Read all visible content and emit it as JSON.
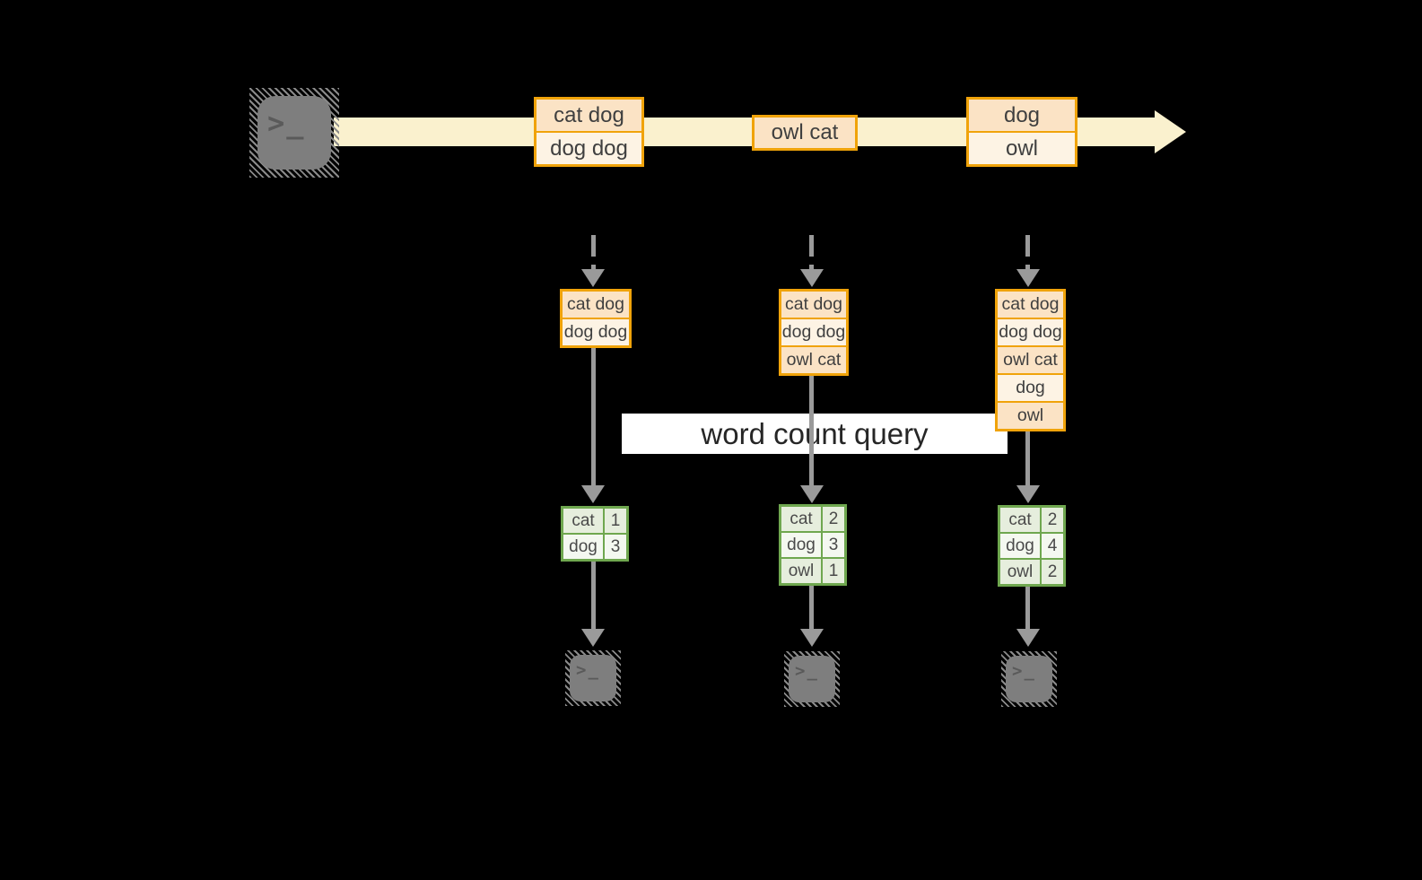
{
  "colors": {
    "bg": "#000000",
    "orange": "#F0A30A",
    "peach-dark": "#FBE3C5",
    "peach-light": "#FDF3E4",
    "band": "#FAF1CE",
    "green": "#6FA74F",
    "green-dark": "#E6EEDD",
    "green-light": "#F4F8F0",
    "gray": "#9A9A9A",
    "terminal": "#7E7E7E",
    "terminal-glyph": "#5A5A5A",
    "text": "#3F3F3F",
    "label-bg": "#FFFFFF",
    "label-text": "#262626"
  },
  "stream": {
    "batches": [
      [
        "cat dog",
        "dog dog"
      ],
      [
        "owl cat"
      ],
      [
        "dog",
        "owl"
      ]
    ]
  },
  "label": {
    "text": "word count query"
  },
  "columns": [
    {
      "state": [
        "cat dog",
        "dog dog"
      ],
      "table": [
        [
          "cat",
          "1"
        ],
        [
          "dog",
          "3"
        ]
      ]
    },
    {
      "state": [
        "cat dog",
        "dog dog",
        "owl cat"
      ],
      "table": [
        [
          "cat",
          "2"
        ],
        [
          "dog",
          "3"
        ],
        [
          "owl",
          "1"
        ]
      ]
    },
    {
      "state": [
        "cat dog",
        "dog dog",
        "owl cat",
        "dog",
        "owl"
      ],
      "table": [
        [
          "cat",
          "2"
        ],
        [
          "dog",
          "4"
        ],
        [
          "owl",
          "2"
        ]
      ]
    }
  ],
  "terminal": {
    "gt": ">",
    "underscore": "_"
  }
}
